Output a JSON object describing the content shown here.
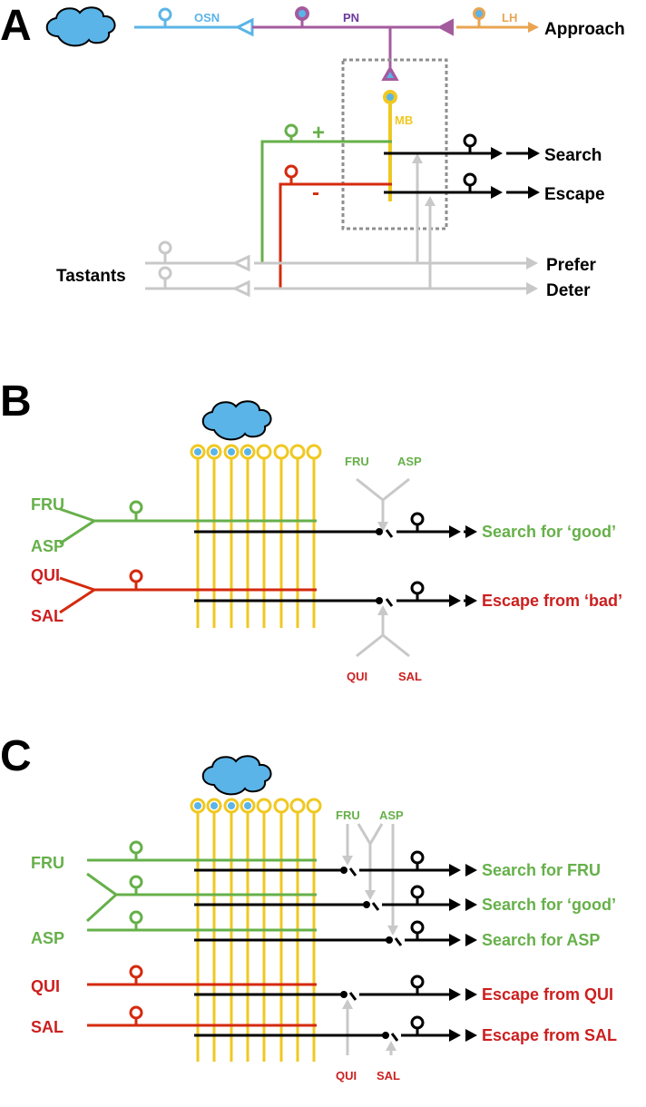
{
  "colors": {
    "green": "#66b04a",
    "red": "#d42a0e",
    "gray": "#c8c8c8",
    "yellow": "#f0c821",
    "purple": "#a45b9e",
    "blue_osn": "#5bb4e7",
    "orange_lh": "#e9a452",
    "cloud": "#5ab4e8",
    "black": "#000000",
    "dashed_box": "#8f8f8f",
    "text_green": "#66b04a",
    "text_red": "#cc1f1f",
    "text_pn": "#6b3aa0"
  },
  "panel_a": {
    "letter": "A",
    "osn_label": "OSN",
    "pn_label": "PN",
    "lh_label": "LH",
    "approach_label": "Approach",
    "mb_label": "MB",
    "plus_sign": "+",
    "minus_sign": "-",
    "search_label": "Search",
    "escape_label": "Escape",
    "tastants_label": "Tastants",
    "prefer_label": "Prefer",
    "deter_label": "Deter"
  },
  "panel_b": {
    "letter": "B",
    "left_labels": [
      "FRU",
      "ASP",
      "QUI",
      "SAL"
    ],
    "top_gate_labels": [
      "FRU",
      "ASP"
    ],
    "bottom_gate_labels": [
      "QUI",
      "SAL"
    ],
    "output_good": "Search for ‘good’",
    "output_bad": "Escape from ‘bad’"
  },
  "panel_c": {
    "letter": "C",
    "left_labels": [
      "FRU",
      "ASP",
      "QUI",
      "SAL"
    ],
    "top_gate_labels": [
      "FRU",
      "ASP"
    ],
    "bottom_gate_labels": [
      "QUI",
      "SAL"
    ],
    "outputs": [
      "Search for FRU",
      "Search for ‘good’",
      "Search for ASP",
      "Escape from QUI",
      "Escape from SAL"
    ]
  }
}
